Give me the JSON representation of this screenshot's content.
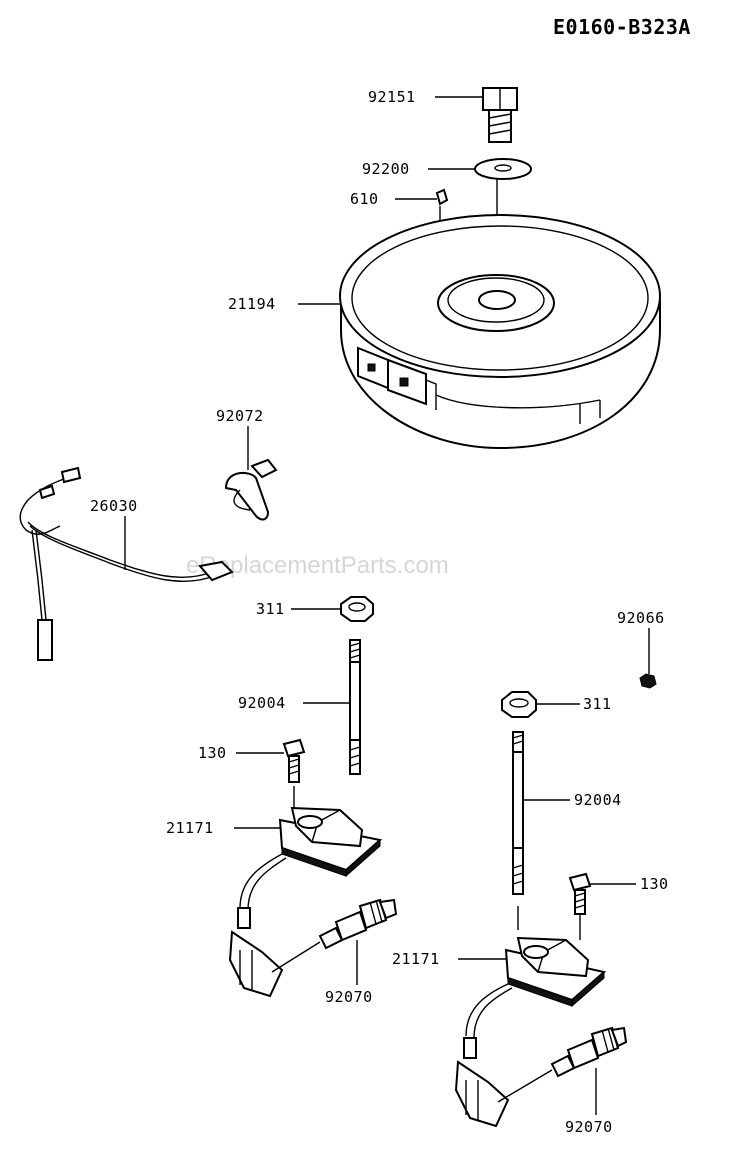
{
  "diagram_code": "E0160-B323A",
  "watermark": "eReplacementParts.com",
  "callouts": {
    "bolt": "92151",
    "washer": "92200",
    "key": "610",
    "flywheel": "21194",
    "clamp": "92072",
    "lead_wire": "26030",
    "nut_left": "311",
    "nut_right": "311",
    "nut_small": "92066",
    "stud_left": "92004",
    "stud_right": "92004",
    "bolt_left": "130",
    "bolt_right": "130",
    "coil_left": "21171",
    "coil_right": "21171",
    "plug_left": "92070",
    "plug_right": "92070"
  }
}
